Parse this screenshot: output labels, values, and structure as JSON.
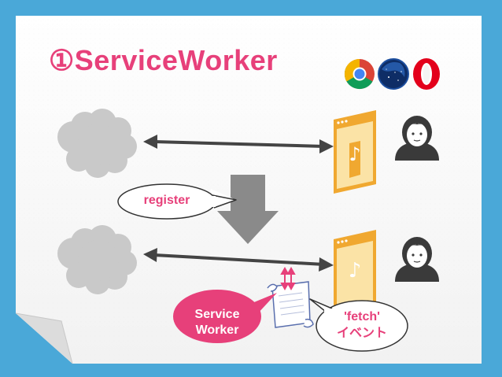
{
  "slide": {
    "title": "①ServiceWorker",
    "colors": {
      "background": "#4aa8d8",
      "accent": "#e7407a",
      "title": "#e7407a",
      "label_text": "#e7407a",
      "cloud": "#c9c9c9",
      "arrow": "#444444",
      "down_arrow": "#8a8a8a",
      "browser_frame": "#f0a830",
      "page_panel": "#fbe3a6"
    }
  },
  "browser_icons": [
    {
      "name": "chrome-icon"
    },
    {
      "name": "firefox-nightly-icon"
    },
    {
      "name": "opera-icon"
    }
  ],
  "labels": {
    "register": "register",
    "service_worker_line1": "Service",
    "service_worker_line2": "Worker",
    "fetch_line1": "'fetch'",
    "fetch_line2": "イベント"
  }
}
